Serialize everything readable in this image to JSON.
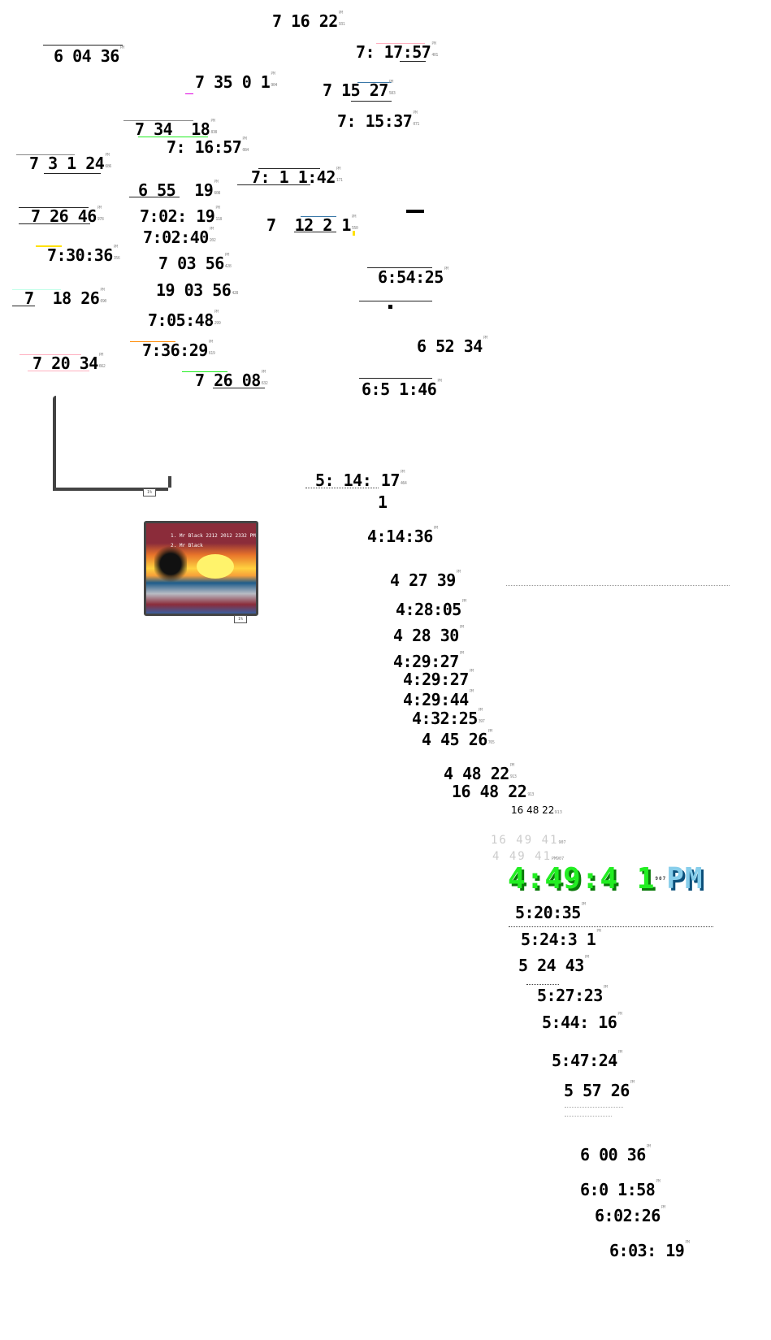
{
  "clocks": [
    {
      "time": "7 16 22",
      "ap": "PM",
      "ms": "931"
    },
    {
      "time": "6 04 36",
      "ap": "PM",
      "ms": ""
    },
    {
      "time": "7: 17:57",
      "ap": "PM",
      "ms": "401"
    },
    {
      "time": "7 35 0 1",
      "ap": "PM",
      "ms": "904"
    },
    {
      "time": "7 15 27",
      "ap": "PM",
      "ms": "583"
    },
    {
      "time": "7: 15:37",
      "ap": "PM",
      "ms": "071"
    },
    {
      "time": "7 34  18",
      "ap": "PM",
      "ms": "838"
    },
    {
      "time": "7: 16:57",
      "ap": "PM",
      "ms": "084"
    },
    {
      "time": "7 3 1 24",
      "ap": "PM",
      "ms": "686"
    },
    {
      "time": "7: 1 1:42",
      "ap": "PM",
      "ms": "171"
    },
    {
      "time": "6 55  19",
      "ap": "PM",
      "ms": "608"
    },
    {
      "time": "7 26 46",
      "ap": "PM",
      "ms": "978"
    },
    {
      "time": "7:02: 19",
      "ap": "PM",
      "ms": "118"
    },
    {
      "time": "7:02:40",
      "ap": "PM",
      "ms": "202"
    },
    {
      "time": "7  12 2 1",
      "ap": "PM",
      "ms": "550"
    },
    {
      "time": "7:30:36",
      "ap": "PM",
      "ms": "356"
    },
    {
      "time": "7 03 56",
      "ap": "PM",
      "ms": "428"
    },
    {
      "time": "19 03 56",
      "ap": "",
      "ms": "428"
    },
    {
      "time": "6:54:25",
      "ap": "PM",
      "ms": ""
    },
    {
      "time": "7  18 26",
      "ap": "PM",
      "ms": "690"
    },
    {
      "time": "7:05:48",
      "ap": "PM",
      "ms": "299"
    },
    {
      "time": "6 52 34",
      "ap": "PM",
      "ms": ""
    },
    {
      "time": "7:36:29",
      "ap": "PM",
      "ms": "619"
    },
    {
      "time": "7 20 34",
      "ap": "PM",
      "ms": "662"
    },
    {
      "time": "7 26 08",
      "ap": "PM",
      "ms": "632"
    },
    {
      "time": "6:5 1:46",
      "ap": "PM",
      "ms": ""
    },
    {
      "time": "5: 14: 17",
      "ap": "PM",
      "ms": "464"
    },
    {
      "time": "1",
      "ap": "",
      "ms": ""
    },
    {
      "time": "4:14:36",
      "ap": "PM",
      "ms": ""
    },
    {
      "time": "4 27 39",
      "ap": "PM",
      "ms": ""
    },
    {
      "time": "4:28:05",
      "ap": "PM",
      "ms": ""
    },
    {
      "time": "4 28 30",
      "ap": "PM",
      "ms": ""
    },
    {
      "time": "4:29:27",
      "ap": "PM",
      "ms": ""
    },
    {
      "time": "4:29:27",
      "ap": "PM",
      "ms": ""
    },
    {
      "time": "4:29:44",
      "ap": "PM",
      "ms": ""
    },
    {
      "time": "4:32:25",
      "ap": "PM",
      "ms": "397"
    },
    {
      "time": "4 45 26",
      "ap": "PM",
      "ms": "765"
    },
    {
      "time": "4 48 22",
      "ap": "PM",
      "ms": "913"
    },
    {
      "time": "16 48 22",
      "ap": "",
      "ms": "913"
    },
    {
      "time": "5:20:35",
      "ap": "PM",
      "ms": ""
    },
    {
      "time": "5:24:3 1",
      "ap": "PM",
      "ms": ""
    },
    {
      "time": "5 24 43",
      "ap": "PM",
      "ms": ""
    },
    {
      "time": "5:27:23",
      "ap": "PM",
      "ms": ""
    },
    {
      "time": "5:44: 16",
      "ap": "PM",
      "ms": ""
    },
    {
      "time": "5:47:24",
      "ap": "PM",
      "ms": ""
    },
    {
      "time": "5 57 26",
      "ap": "PM",
      "ms": ""
    },
    {
      "time": "6 00 36",
      "ap": "PM",
      "ms": ""
    },
    {
      "time": "6:0 1:58",
      "ap": "PM",
      "ms": ""
    },
    {
      "time": "6:02:26",
      "ap": "PM",
      "ms": ""
    },
    {
      "time": "6:03: 19",
      "ap": "PM",
      "ms": ""
    }
  ],
  "small_clock": {
    "time": "16 48 22",
    "ms": "913"
  },
  "gray_clocks": [
    {
      "time": "16 49 41",
      "ms": "907"
    },
    {
      "time": "4 49 41",
      "ap": "PM",
      "ms": "907"
    }
  ],
  "big_clock": {
    "digits": "4:49:4 1",
    "ap": "PM",
    "ms": "907"
  },
  "photo": {
    "caption1": "1. Mr Black 2212 2012 2332 PM",
    "caption2": "2. Mr Black",
    "tag": "1%"
  },
  "frame_tag": "1%",
  "colors": {
    "green": "#22ee22",
    "blue": "#87ceeb",
    "magenta": "#e000e0",
    "yellow": "#ffe000",
    "orange": "#ff8800",
    "pink": "#ffb0c0",
    "mint": "#c0ffe8",
    "steel": "#3a78a8"
  }
}
